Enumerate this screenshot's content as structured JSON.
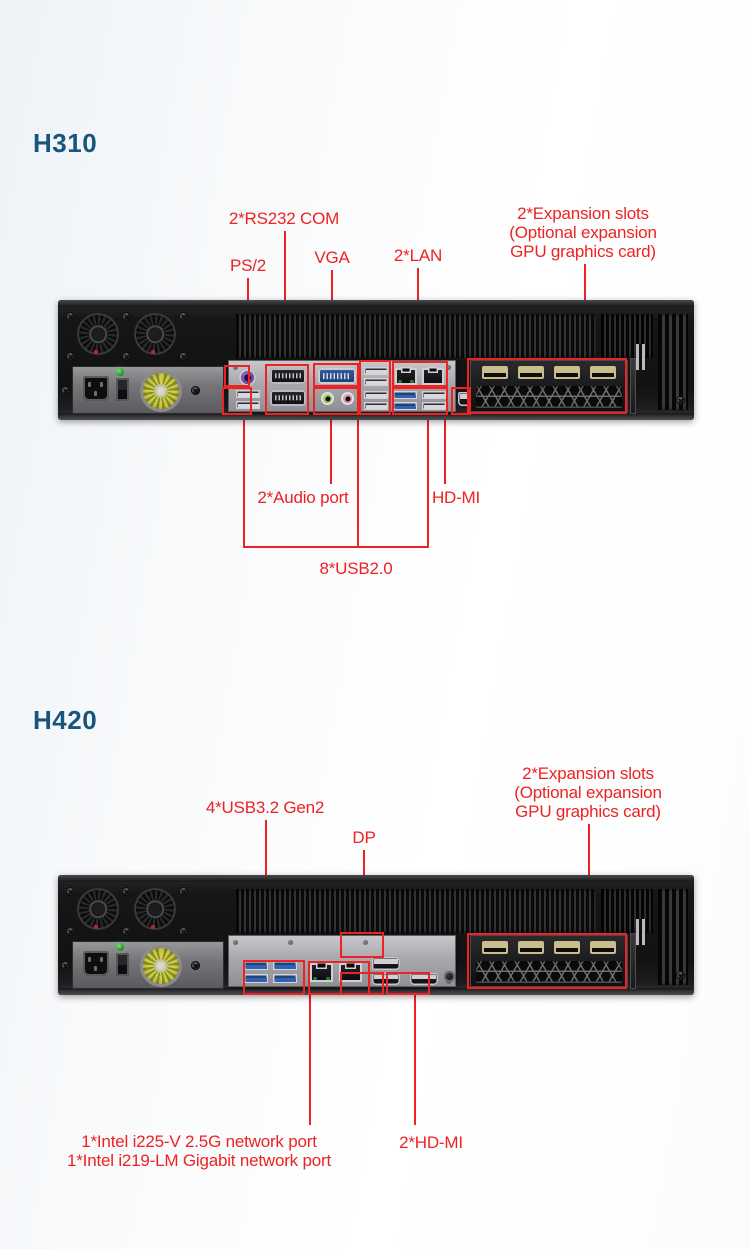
{
  "sections": [
    {
      "id": "h310",
      "title": "H310",
      "labels": {
        "ps2": "PS/2",
        "rs232": "2*RS232 COM",
        "vga": "VGA",
        "lan": "2*LAN",
        "expansion_line1": "2*Expansion slots",
        "expansion_line2": "(Optional expansion",
        "expansion_line3": "GPU graphics card)",
        "audio": "2*Audio port",
        "hdmi": "HD-MI",
        "usb": "8*USB2.0"
      }
    },
    {
      "id": "h420",
      "title": "H420",
      "labels": {
        "usb32": "4*USB3.2 Gen2",
        "dp": "DP",
        "expansion_line1": "2*Expansion slots",
        "expansion_line2": "(Optional expansion",
        "expansion_line3": "GPU graphics card)",
        "net_line1": "1*Intel i225-V 2.5G network port",
        "net_line2": "1*Intel i219-LM Gigabit network port",
        "hdmi": "2*HD-MI"
      }
    }
  ],
  "colors": {
    "annotation": "#ee2222",
    "heading": "#17557d",
    "background": "#f4f7fa"
  }
}
